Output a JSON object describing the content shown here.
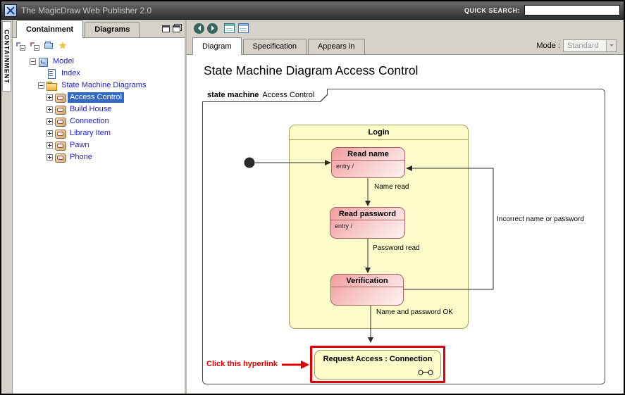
{
  "titlebar": {
    "app_title": "The MagicDraw Web Publisher 2.0",
    "quick_search_label": "QUICK SEARCH:",
    "search_value": ""
  },
  "rail": {
    "label": "CONTAINMENT"
  },
  "sidebar": {
    "tabs": [
      {
        "label": "Containment"
      },
      {
        "label": "Diagrams"
      }
    ],
    "tree": [
      {
        "label": "Model"
      },
      {
        "label": "Index"
      },
      {
        "label": "State Machine Diagrams"
      },
      {
        "label": "Access Control"
      },
      {
        "label": "Build House"
      },
      {
        "label": "Connection"
      },
      {
        "label": "Library Item"
      },
      {
        "label": "Pawn"
      },
      {
        "label": "Phone"
      }
    ],
    "selected_item": "Access Control"
  },
  "main": {
    "tabs": [
      {
        "label": "Diagram"
      },
      {
        "label": "Specification"
      },
      {
        "label": "Appears in"
      }
    ],
    "mode_label": "Mode :",
    "mode_value": "Standard",
    "page_title": "State Machine Diagram Access Control"
  },
  "diagram": {
    "frame_keyword": "state machine",
    "frame_name": "Access Control",
    "states": {
      "login": "Login",
      "read_name": "Read name",
      "read_name_entry": "entry /",
      "read_password": "Read password",
      "read_password_entry": "entry /",
      "verification": "Verification",
      "request_access": "Request Access : Connection"
    },
    "transitions": {
      "name_read": "Name read",
      "password_read": "Password read",
      "incorrect": "Incorrect name or password",
      "ok": "Name and password OK"
    },
    "annotation": "Click this hyperlink"
  },
  "colors": {
    "selection_blue": "#316ac5",
    "tree_link_blue": "#2222cc",
    "state_yellow": "#fcfcca",
    "state_pink": "#f29d9d",
    "highlight_red": "#dd0000"
  }
}
